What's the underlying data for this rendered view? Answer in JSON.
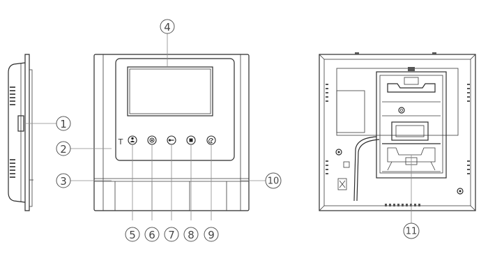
{
  "callouts": [
    {
      "id": "1",
      "label": "1"
    },
    {
      "id": "2",
      "label": "2"
    },
    {
      "id": "3",
      "label": "3"
    },
    {
      "id": "4",
      "label": "4"
    },
    {
      "id": "5",
      "label": "5"
    },
    {
      "id": "6",
      "label": "6"
    },
    {
      "id": "7",
      "label": "7"
    },
    {
      "id": "8",
      "label": "8"
    },
    {
      "id": "9",
      "label": "9"
    },
    {
      "id": "10",
      "label": "10"
    },
    {
      "id": "11",
      "label": "11"
    }
  ],
  "front_panel": {
    "marker_label": "T"
  },
  "icons": {
    "button_5": "person-icon",
    "button_6": "record-icon",
    "button_7": "key-icon",
    "button_8": "stop-icon",
    "button_9": "handset-icon"
  },
  "colors": {
    "line": "#2b2b2b",
    "leader": "#8a8a8a",
    "callout_text": "#444444"
  }
}
